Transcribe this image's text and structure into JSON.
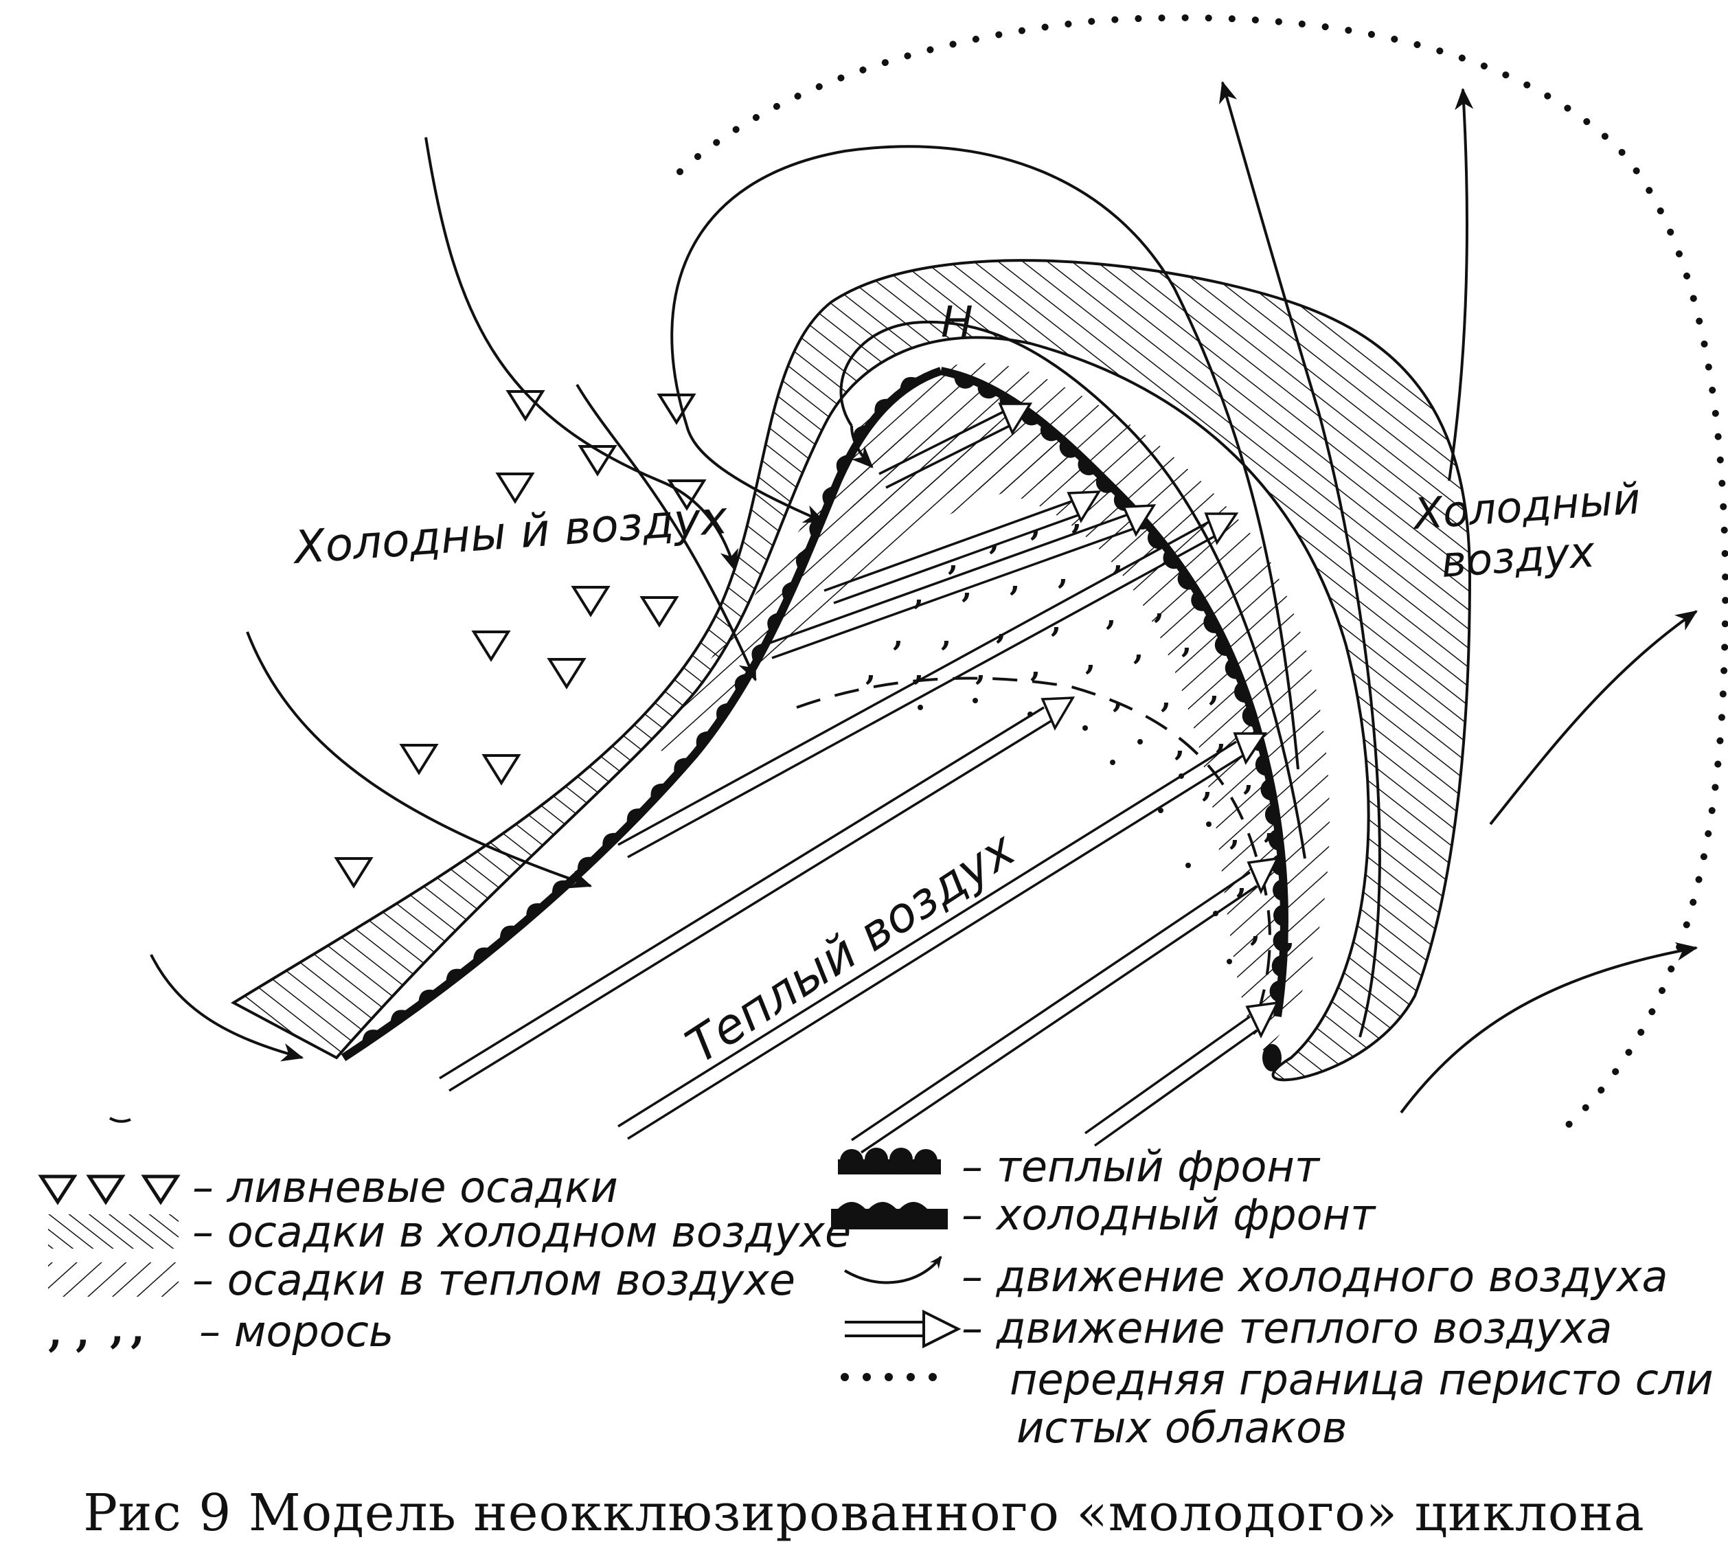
{
  "labels": {
    "cold_air_left": "Холодны й воздух",
    "cold_air_right_1": "Холодный",
    "cold_air_right_2": "воздух",
    "warm_air": "Теплый воздух",
    "low_center": "Н"
  },
  "legend": {
    "showers": "– ливневые осадки",
    "precip_cold_air": "– осадки в холодном воздухе",
    "precip_warm_air": "– осадки в теплом воздухе",
    "drizzle": "– морось",
    "warm_front": "– теплый фронт",
    "cold_front": "– холодный фронт",
    "cold_air_motion": "– движение холодного воздуха",
    "warm_air_motion": "– движение теплого воздуха",
    "cirrus_boundary_1": "передняя граница перисто сли",
    "cirrus_boundary_2": "истых облаков"
  },
  "caption": "Рис 9 Модель неокклюзированного «молодого» циклона"
}
